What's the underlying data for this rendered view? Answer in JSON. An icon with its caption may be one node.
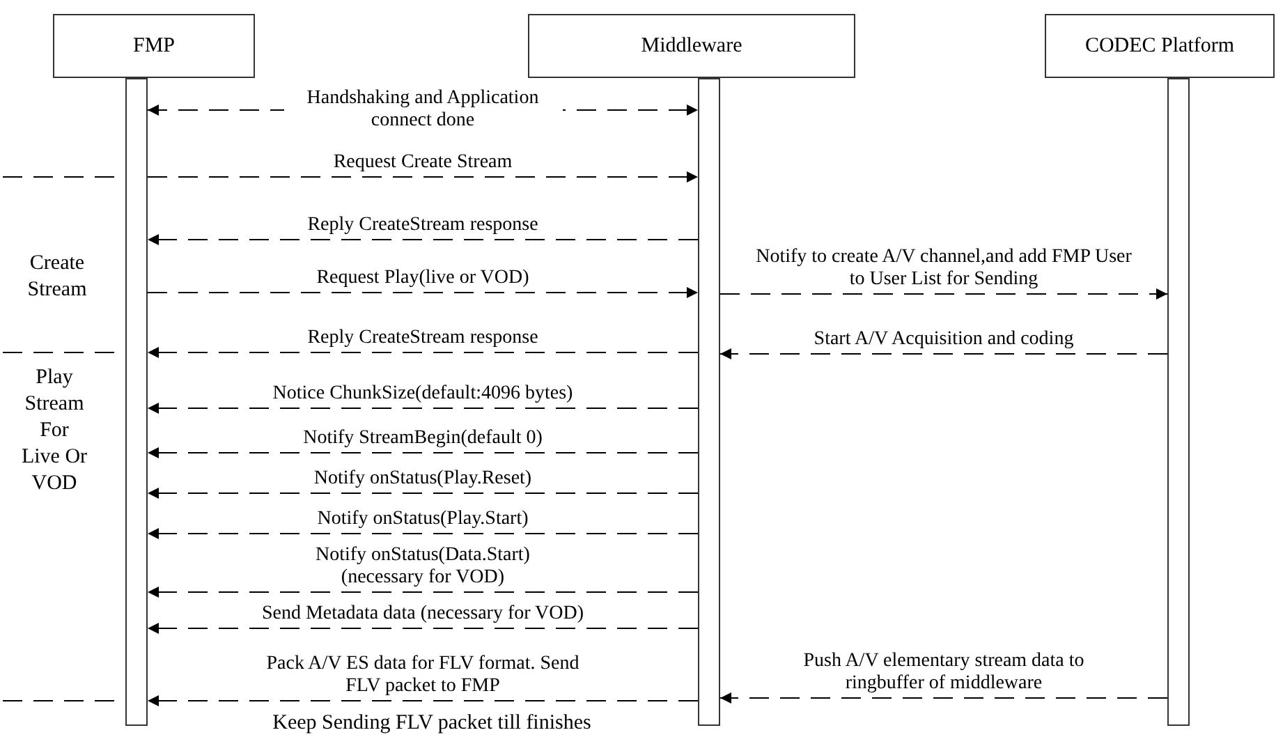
{
  "diagram": {
    "nodes": [
      {
        "text": [
          "FMP"
        ]
      },
      {
        "text": [
          "Middleware"
        ]
      },
      {
        "text": [
          "CODEC Platform"
        ]
      },
      {
        "text": [],
        "shape": "bar"
      },
      {
        "text": [],
        "shape": "bar"
      },
      {
        "text": [],
        "shape": "bar"
      }
    ],
    "edges": [
      {
        "from": 3,
        "to": 4,
        "arrow": "both",
        "label": "Handshaking and Application connect done",
        "style": "dashed"
      },
      {
        "from": 3,
        "to": 4,
        "arrow": "to",
        "label": "Request Create Stream",
        "style": "dashed"
      },
      {
        "from": 4,
        "to": 3,
        "arrow": "to",
        "label": "Reply CreateStream response",
        "style": "dashed"
      },
      {
        "from": 3,
        "to": 4,
        "arrow": "to",
        "label": "Request Play(live or VOD)",
        "style": "dashed"
      },
      {
        "from": 4,
        "to": 5,
        "arrow": "to",
        "label": "Notify to create A/V channel,and add FMP User to User List for Sending",
        "style": "dashed"
      },
      {
        "from": 4,
        "to": 3,
        "arrow": "to",
        "label": "Reply CreateStream response",
        "style": "dashed"
      },
      {
        "from": 5,
        "to": 4,
        "arrow": "to",
        "label": "Start A/V Acquisition and coding",
        "style": "dashed"
      },
      {
        "from": 4,
        "to": 3,
        "arrow": "to",
        "label": "Notice ChunkSize(default:4096 bytes)",
        "style": "dashed"
      },
      {
        "from": 4,
        "to": 3,
        "arrow": "to",
        "label": "Notify StreamBegin(default 0)",
        "style": "dashed"
      },
      {
        "from": 4,
        "to": 3,
        "arrow": "to",
        "label": "Notify onStatus(Play.Reset)",
        "style": "dashed"
      },
      {
        "from": 4,
        "to": 3,
        "arrow": "to",
        "label": "Notify onStatus(Play.Start)",
        "style": "dashed"
      },
      {
        "from": 4,
        "to": 3,
        "arrow": "to",
        "label": "Notify onStatus(Data.Start) (necessary for VOD)",
        "style": "dashed"
      },
      {
        "from": 4,
        "to": 3,
        "arrow": "to",
        "label": "Send Metadata data (necessary for VOD)",
        "style": "dashed"
      },
      {
        "from": 4,
        "to": 3,
        "arrow": "to",
        "label": "Pack A/V ES data for FLV format. Send FLV packet to FMP",
        "style": "dashed"
      },
      {
        "from": 5,
        "to": 4,
        "arrow": "to",
        "label": "Push A/V elementary stream data to ringbuffer of middleware",
        "style": "dashed"
      }
    ],
    "labels": [
      "Create Stream",
      "Play Stream For Live Or VOD",
      "Keep Sending FLV packet till finishes"
    ]
  }
}
